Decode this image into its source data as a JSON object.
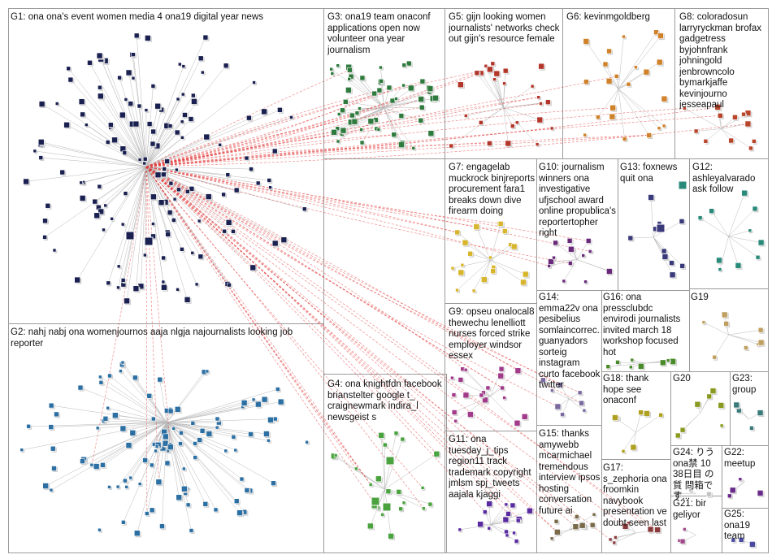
{
  "graph": {
    "edge_colors": {
      "intra": "#b9b9b9",
      "cross": "#e23b3b"
    },
    "node_colors": {
      "G1": "#1a2050",
      "G2": "#2c6fa3",
      "G3": "#2f7a3d",
      "G4": "#4ba340",
      "G5": "#b3362a",
      "G6": "#d0822a",
      "G7": "#d7b52c",
      "G8": "#b8442a",
      "G9": "#a23a8a",
      "G10": "#6a2a7a",
      "G11": "#5a2aa0",
      "G12": "#2a8a7a",
      "G13": "#3a3a7a",
      "G14": "#7a6aa0",
      "G15": "#7a6a4a",
      "G16": "#4a8a2a",
      "G17": "#8a3a3a",
      "G18": "#b0a020",
      "G19": "#c0a060",
      "G20": "#8a9a20",
      "G21": "#a04a8a",
      "G22": "#6a2a8a",
      "G23": "#3a7a7a",
      "G24": "#c4c4c4",
      "G25": "#4a4aa0"
    },
    "groups": [
      {
        "id": "G1",
        "label": "G1: ona ona's event women media 4 ona19 digital year news",
        "node_count": 150
      },
      {
        "id": "G2",
        "label": "G2: nahj nabj ona womenjournos aaja nlgja najournalists looking job reporter",
        "node_count": 110
      },
      {
        "id": "G3",
        "label": "G3: ona19 team onaconf applications open now volunteer ona year journalism",
        "node_count": 55
      },
      {
        "id": "G4",
        "label": "G4: ona knightfdn facebook brianstelter google t_ craignewmark indira_l newsgeist s",
        "node_count": 22
      },
      {
        "id": "G5",
        "label": "G5: gijn looking women journalists' networks check out gijn's resource female",
        "node_count": 25
      },
      {
        "id": "G6",
        "label": "G6: kevinmgoldberg",
        "node_count": 22
      },
      {
        "id": "G7",
        "label": "G7: engagelab muckrock binjreports procurement fara1 breaks down dive firearm doing",
        "node_count": 20
      },
      {
        "id": "G8",
        "label": "G8: coloradosun larryryckman brofax gadgetress byjohnfrank johningold jenbrowncolo bymarkjaffe kevinjourno jesseapaul",
        "node_count": 12
      },
      {
        "id": "G9",
        "label": "G9: opseu onalocal8 thewechu lenelliott nurses forced strike employer windsor essex",
        "node_count": 20
      },
      {
        "id": "G10",
        "label": "G10: journalism winners ona investigative ufjschool award online propublica's reportertopher right",
        "node_count": 16
      },
      {
        "id": "G11",
        "label": "G11: ona tuesday_j_tips region11 track trademark copyright jmlsm spj_tweets aajala kjaggi",
        "node_count": 16
      },
      {
        "id": "G12",
        "label": "G12: ashleyalvarado ask follow",
        "node_count": 10
      },
      {
        "id": "G13",
        "label": "G13: foxnews quit ona",
        "node_count": 10
      },
      {
        "id": "G14",
        "label": "G14: emma22v ona pesibelius somlaincorrec... guanyadors sorteig instagram curto facebook twitter",
        "node_count": 8
      },
      {
        "id": "G15",
        "label": "G15: thanks amywebb mcarmichael tremendous interview ipsos hosting conversation future ai",
        "node_count": 9
      },
      {
        "id": "G16",
        "label": "G16: ona pressclubdc envirodi journalists invited march 18 workshop focused hot",
        "node_count": 9
      },
      {
        "id": "G17",
        "label": "G17: s_zephoria ona froomkin navybook presentation ve doubt seen last",
        "node_count": 8
      },
      {
        "id": "G18",
        "label": "G18: thank hope see onaconf",
        "node_count": 7
      },
      {
        "id": "G19",
        "label": "G19",
        "node_count": 8
      },
      {
        "id": "G20",
        "label": "G20",
        "node_count": 7
      },
      {
        "id": "G21",
        "label": "G21: bir geliyor",
        "node_count": 3
      },
      {
        "id": "G22",
        "label": "G22: meetup",
        "node_count": 4
      },
      {
        "id": "G23",
        "label": "G23: group",
        "node_count": 4
      },
      {
        "id": "G24",
        "label": "G24: りう ona禁 10 38日目 の質 問箱です...",
        "node_count": 3
      },
      {
        "id": "G25",
        "label": "G25: ona19 team",
        "node_count": 3
      }
    ]
  }
}
